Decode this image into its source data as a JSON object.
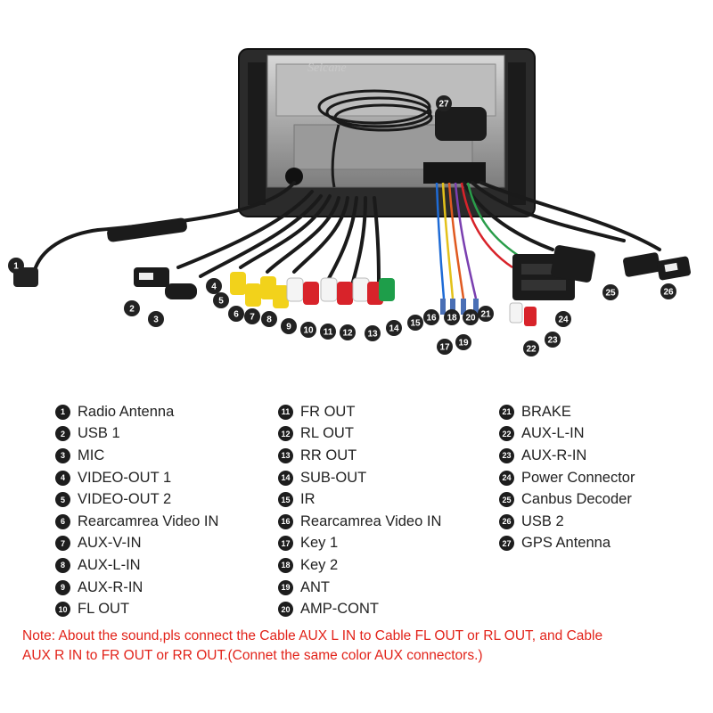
{
  "diagram": {
    "brand": "Seicane",
    "callouts": [
      "1",
      "2",
      "3",
      "4",
      "5",
      "6",
      "7",
      "8",
      "9",
      "10",
      "11",
      "12",
      "13",
      "14",
      "15",
      "16",
      "17",
      "18",
      "19",
      "20",
      "21",
      "22",
      "23",
      "24",
      "25",
      "26",
      "27"
    ]
  },
  "legend": {
    "column1": [
      {
        "num": "1",
        "label": "Radio Antenna"
      },
      {
        "num": "2",
        "label": "USB 1"
      },
      {
        "num": "3",
        "label": "MIC"
      },
      {
        "num": "4",
        "label": "VIDEO-OUT 1"
      },
      {
        "num": "5",
        "label": "VIDEO-OUT 2"
      },
      {
        "num": "6",
        "label": "Rearcamrea Video IN"
      },
      {
        "num": "7",
        "label": "AUX-V-IN"
      },
      {
        "num": "8",
        "label": "AUX-L-IN"
      },
      {
        "num": "9",
        "label": "AUX-R-IN"
      },
      {
        "num": "10",
        "label": "FL OUT"
      }
    ],
    "column2": [
      {
        "num": "11",
        "label": "FR OUT"
      },
      {
        "num": "12",
        "label": "RL OUT"
      },
      {
        "num": "13",
        "label": "RR OUT"
      },
      {
        "num": "14",
        "label": "SUB-OUT"
      },
      {
        "num": "15",
        "label": "IR"
      },
      {
        "num": "16",
        "label": "Rearcamrea Video IN"
      },
      {
        "num": "17",
        "label": "Key 1"
      },
      {
        "num": "18",
        "label": "Key 2"
      },
      {
        "num": "19",
        "label": "ANT"
      },
      {
        "num": "20",
        "label": "AMP-CONT"
      }
    ],
    "column3": [
      {
        "num": "21",
        "label": "BRAKE"
      },
      {
        "num": "22",
        "label": "AUX-L-IN"
      },
      {
        "num": "23",
        "label": "AUX-R-IN"
      },
      {
        "num": "24",
        "label": "Power Connector"
      },
      {
        "num": "25",
        "label": "Canbus Decoder"
      },
      {
        "num": "26",
        "label": "USB 2"
      },
      {
        "num": "27",
        "label": "GPS Antenna"
      }
    ]
  },
  "note": {
    "line1": "Note: About the sound,pls connect the Cable AUX L IN to Cable FL OUT or RL OUT, and Cable",
    "line2": "AUX R IN to FR OUT or RR OUT.(Connet the same color AUX connectors.)"
  },
  "colors": {
    "note_text": "#e2231a",
    "badge": "#1d1d1d",
    "rca_yellow": "#f2d21b",
    "rca_white": "#f4f4f4",
    "rca_red": "#d8232a",
    "rca_green": "#1e9e4a",
    "wire_black": "#1a1a1a"
  }
}
